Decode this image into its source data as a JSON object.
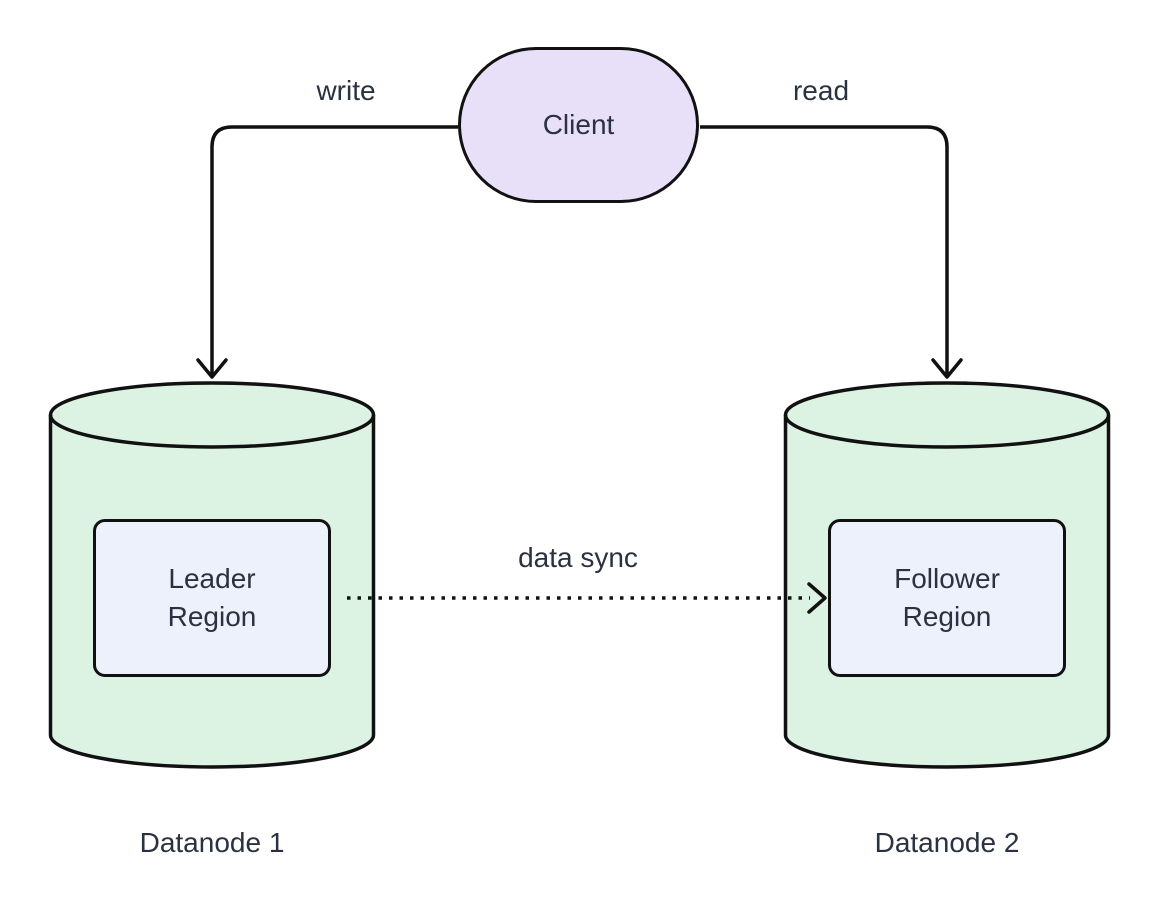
{
  "diagram": {
    "type": "flowchart",
    "client": {
      "label": "Client"
    },
    "edges": {
      "write": {
        "label": "write",
        "from": "Client",
        "to": "Datanode 1",
        "style": "solid-arrow"
      },
      "read": {
        "label": "read",
        "from": "Client",
        "to": "Datanode 2",
        "style": "solid-arrow"
      },
      "data_sync": {
        "label": "data sync",
        "from": "Leader Region",
        "to": "Follower Region",
        "style": "dotted-arrow"
      }
    },
    "datanodes": [
      {
        "caption": "Datanode 1",
        "region": {
          "label": "Leader Region"
        }
      },
      {
        "caption": "Datanode 2",
        "region": {
          "label": "Follower Region"
        }
      }
    ],
    "colors": {
      "client_fill": "#E7E0F8",
      "cylinder_fill": "#DCF2E2",
      "region_fill": "#EDF1FB",
      "stroke": "#111111",
      "text": "#2A3140",
      "background": "#FFFFFF"
    }
  }
}
